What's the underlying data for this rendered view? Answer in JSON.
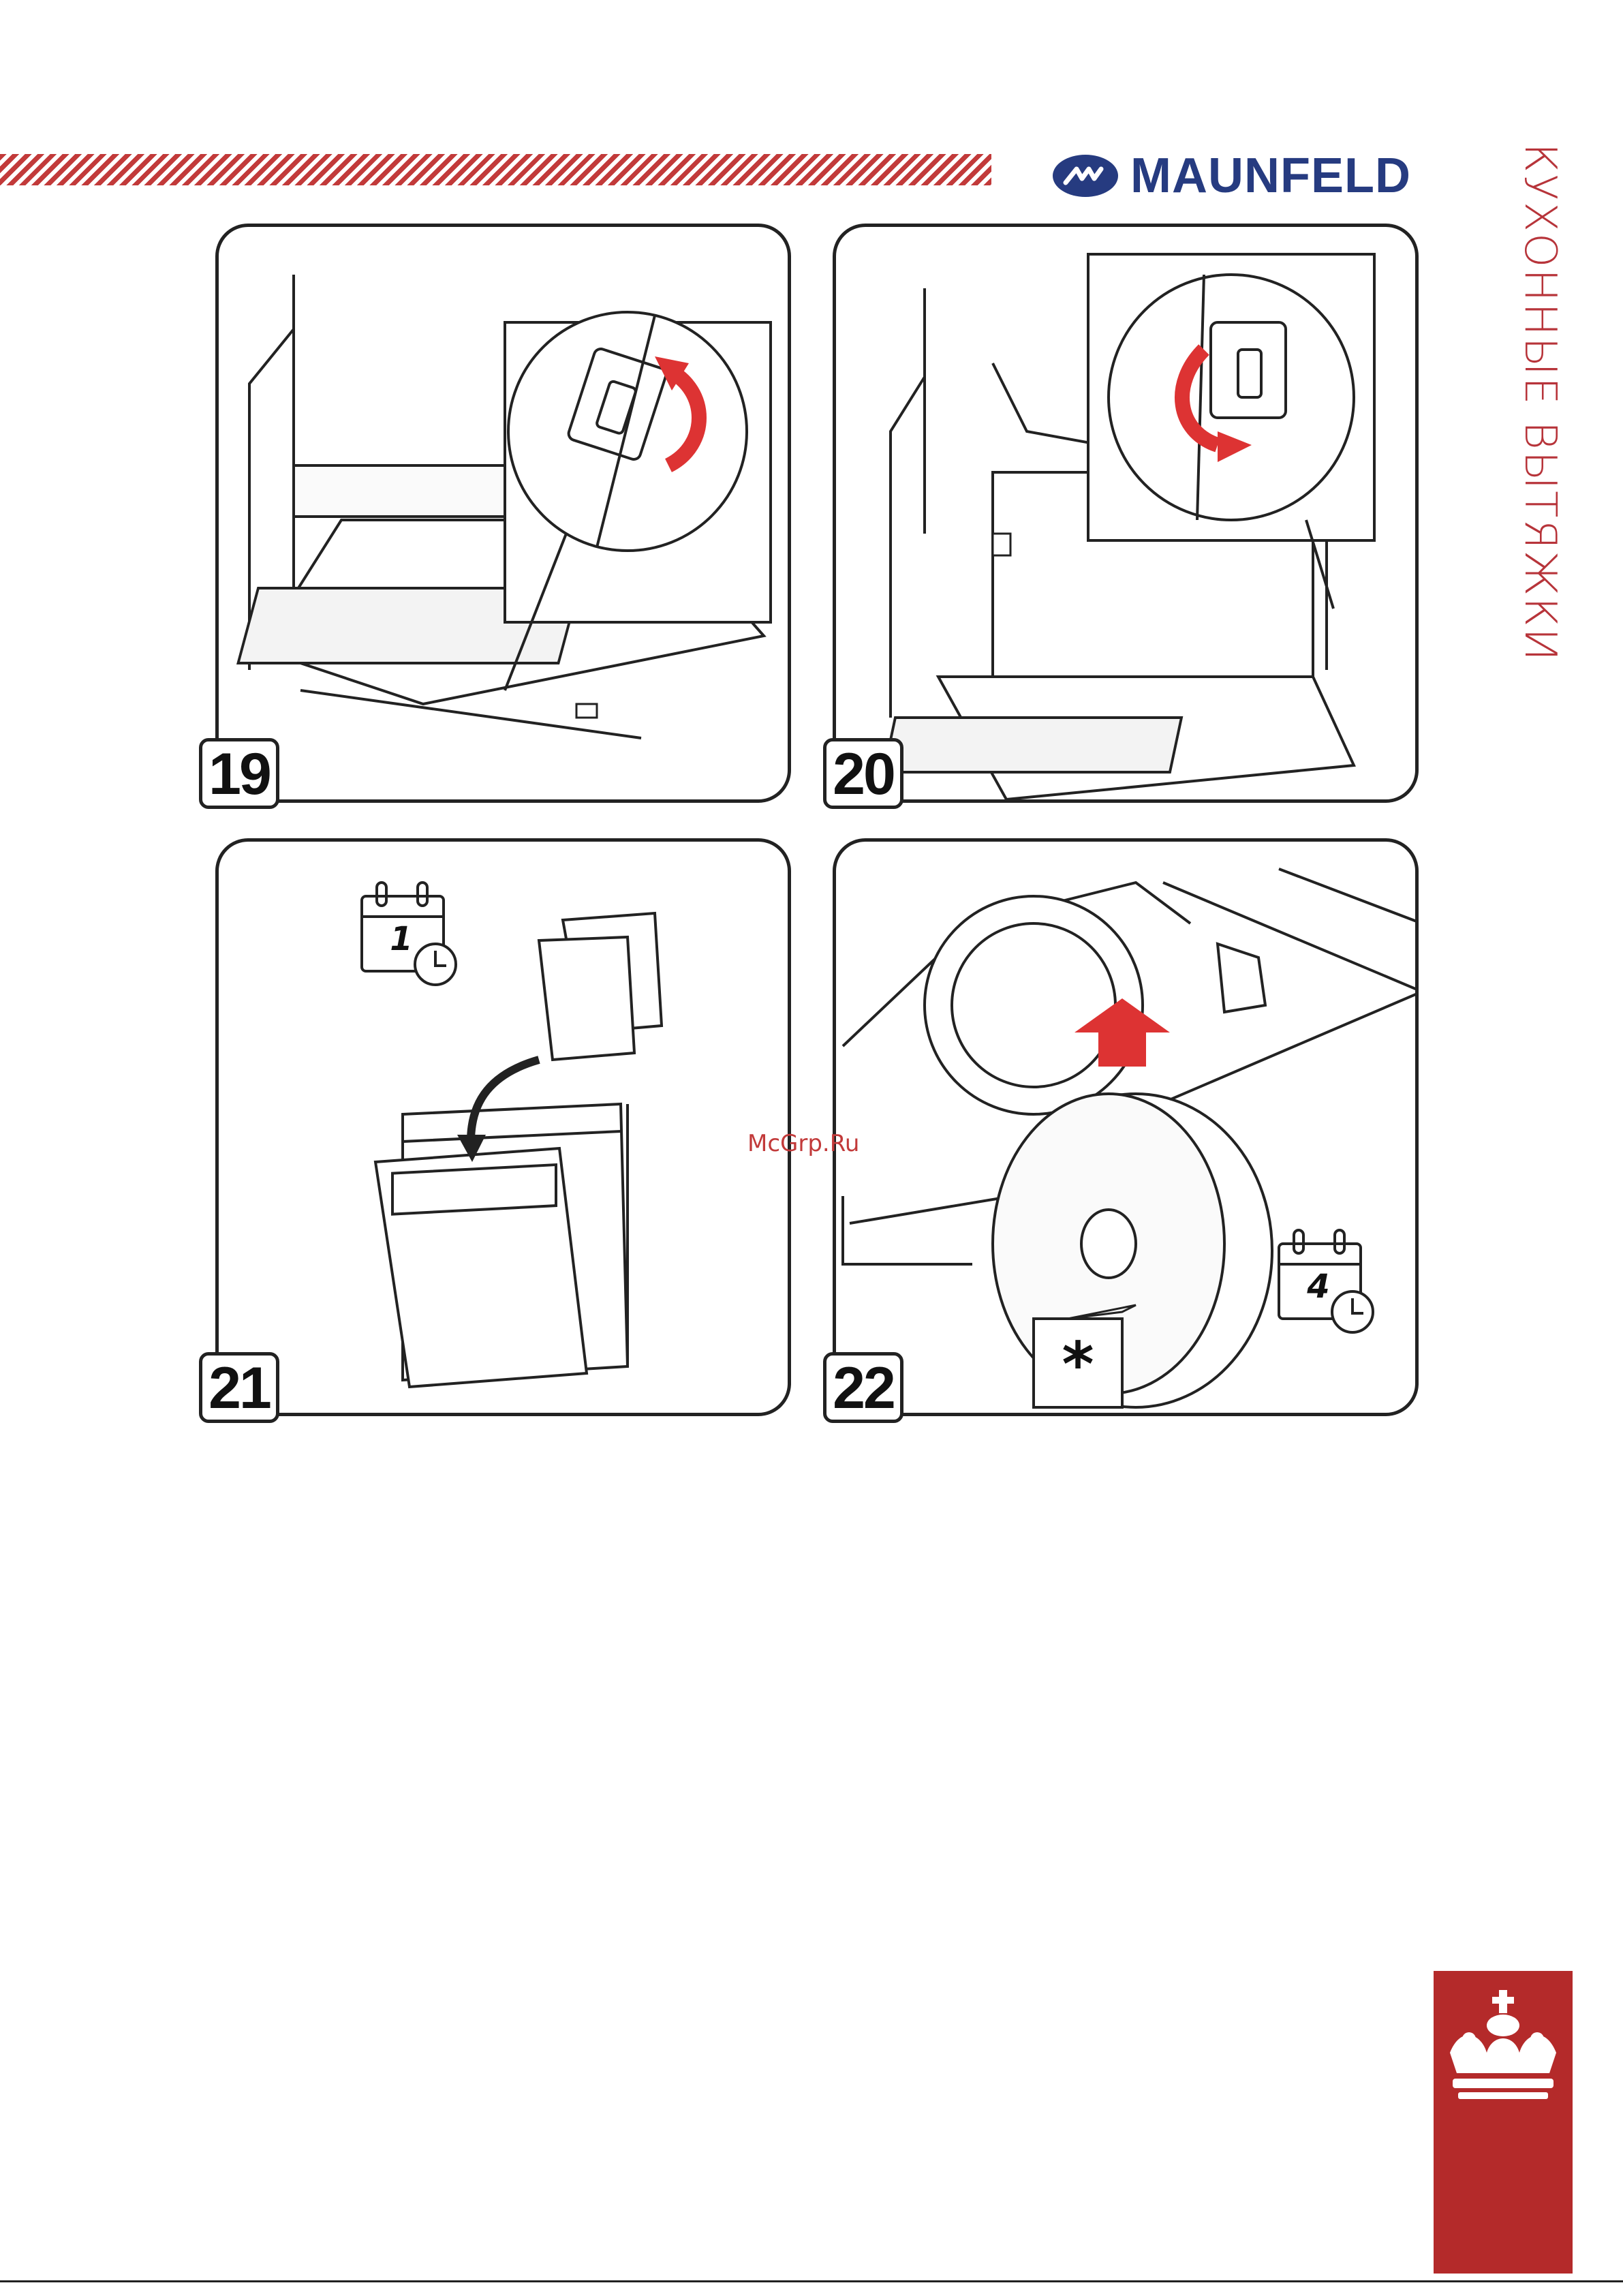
{
  "header": {
    "brand_name": "MAUNFELD",
    "side_title": "КУХОННЫЕ ВЫТЯЖКИ"
  },
  "steps": [
    {
      "number": "19"
    },
    {
      "number": "20"
    },
    {
      "number": "21",
      "calendar_day": "1"
    },
    {
      "number": "22",
      "calendar_day": "4",
      "note_symbol": "*"
    }
  ],
  "watermark": "McGrp.Ru",
  "colors": {
    "brand_blue": "#263b80",
    "accent_red": "#c23a3a",
    "crest_red": "#b42a2a"
  },
  "icons": [
    "brand-logo-icon",
    "calendar-clock-icon",
    "crown-crest-icon",
    "arrow-icon"
  ]
}
